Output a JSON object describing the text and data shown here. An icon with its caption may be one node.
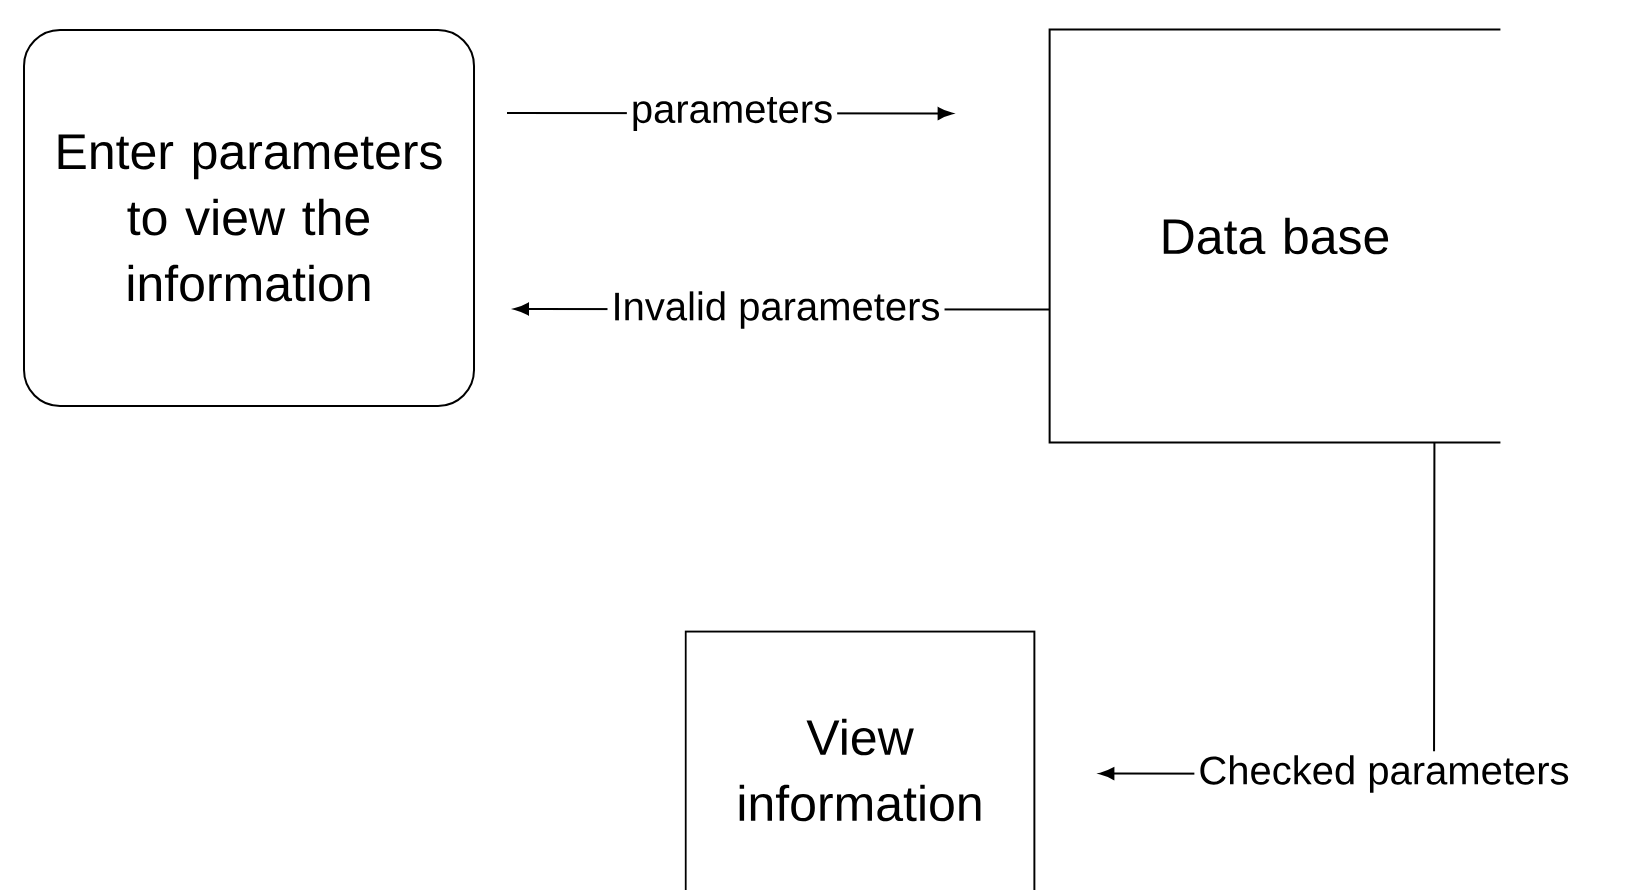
{
  "diagram": {
    "nodes": [
      {
        "text": [
          "Enter parameters to view the information"
        ]
      },
      {
        "text": [
          "Data base"
        ]
      },
      {
        "text": [
          "View information"
        ]
      }
    ],
    "edges": [
      {
        "from": 0,
        "to": 1,
        "arrow": "to",
        "label": "parameters"
      },
      {
        "from": 1,
        "to": 0,
        "arrow": "to",
        "label": "Invalid parameters"
      },
      {
        "from": 1,
        "to": 2,
        "arrow": "to",
        "label": "Checked parameters"
      }
    ]
  }
}
